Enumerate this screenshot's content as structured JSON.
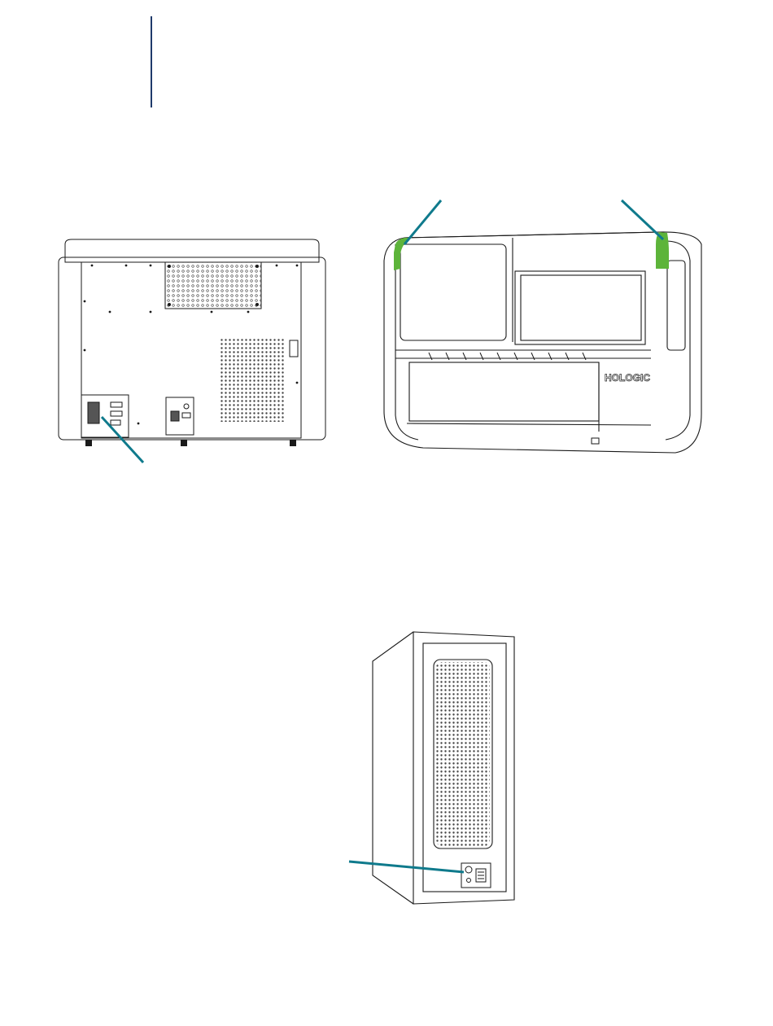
{
  "colors": {
    "accent_rule": "#1f3a6b",
    "callout": "#0f7a8c",
    "highlight_green": "#5db43a",
    "line": "#1a1a1a"
  },
  "figures": {
    "front_view": {
      "brand_text": "HOLOGIC"
    }
  },
  "icons": {
    "callout_lines": "teal-leader-line",
    "grilles": "perforated-vent",
    "power_inlet": "power-entry-module"
  }
}
